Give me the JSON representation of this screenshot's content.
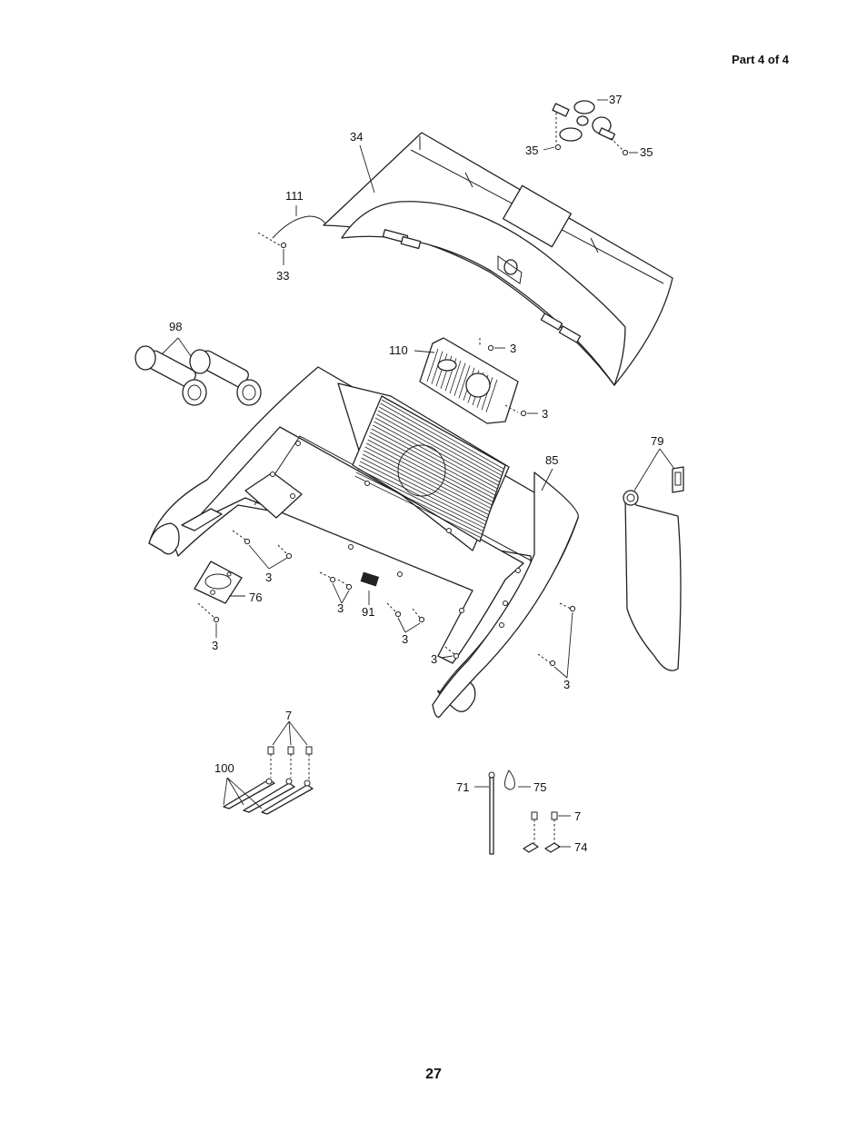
{
  "header": {
    "part_label": "Part 4 of 4"
  },
  "page_number": "27",
  "callouts": {
    "c37": "37",
    "c35a": "35",
    "c35b": "35",
    "c34": "34",
    "c111": "111",
    "c33": "33",
    "c98": "98",
    "c110": "110",
    "c3_grill_top": "3",
    "c3_grill_bottom": "3",
    "c79": "79",
    "c85": "85",
    "c3_left": "3",
    "c76": "76",
    "c3_cover": "3",
    "c3_mid_a": "3",
    "c91": "91",
    "c3_mid_b": "3",
    "c3_mid_c": "3",
    "c3_right": "3",
    "c7_top": "7",
    "c100": "100",
    "c71": "71",
    "c75": "75",
    "c7_right": "7",
    "c74": "74"
  }
}
